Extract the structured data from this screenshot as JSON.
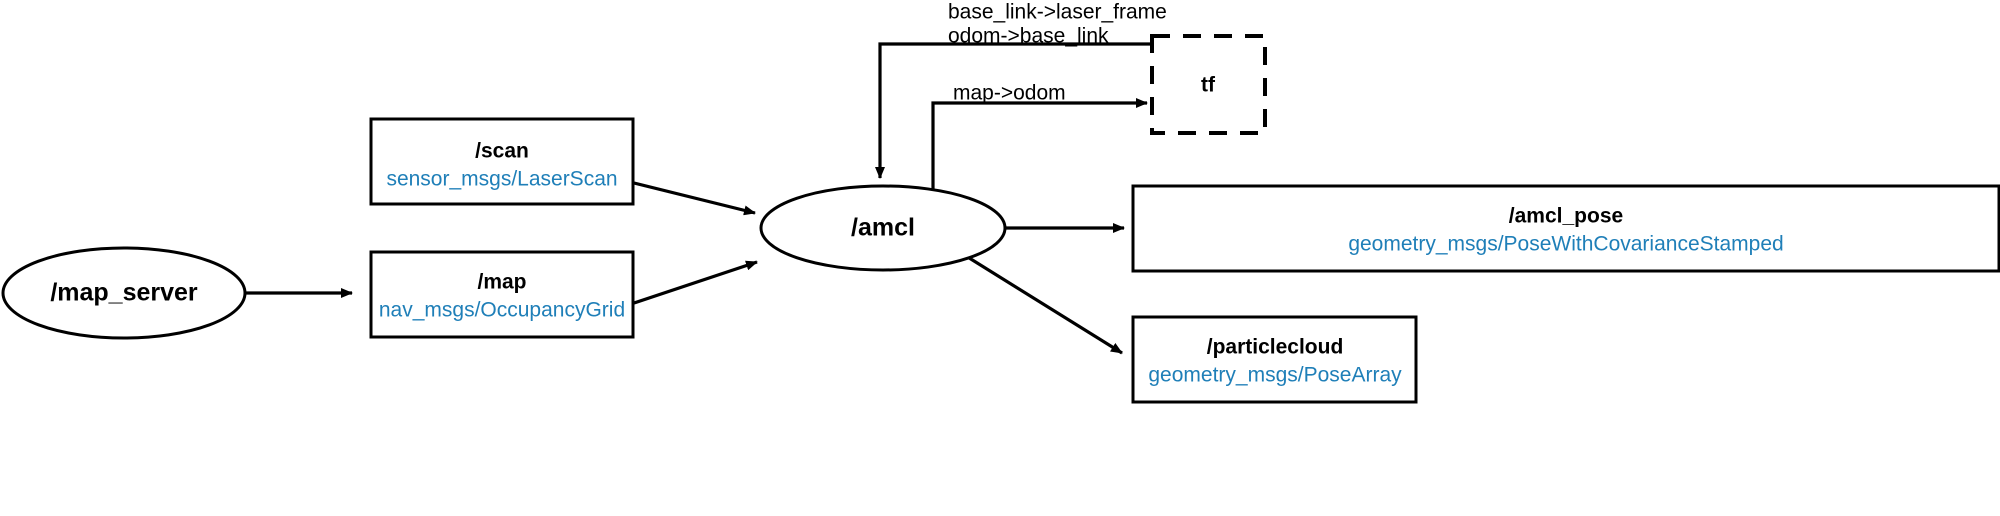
{
  "diagram": {
    "type": "ros-node-graph",
    "background_color": "#ffffff",
    "topic_type_color": "#1f7fb8",
    "node_color": "#000000",
    "nodes": [
      {
        "id": "map_server",
        "kind": "ellipse",
        "name": "/map_server"
      },
      {
        "id": "amcl",
        "kind": "ellipse",
        "name": "/amcl"
      },
      {
        "id": "tf",
        "kind": "dashed-box",
        "name": "tf"
      }
    ],
    "topics": [
      {
        "id": "scan",
        "kind": "box",
        "name": "/scan",
        "msg_type": "sensor_msgs/LaserScan"
      },
      {
        "id": "map",
        "kind": "box",
        "name": "/map",
        "msg_type": "nav_msgs/OccupancyGrid"
      },
      {
        "id": "amcl_pose",
        "kind": "box",
        "name": "/amcl_pose",
        "msg_type": "geometry_msgs/PoseWithCovarianceStamped"
      },
      {
        "id": "particlecloud",
        "kind": "box",
        "name": "/particlecloud",
        "msg_type": "geometry_msgs/PoseArray"
      }
    ],
    "edge_labels": {
      "tf_to_amcl_line1": "base_link->laser_frame",
      "tf_to_amcl_line2": "odom->base_link",
      "amcl_to_tf": "map->odom"
    },
    "edges": [
      {
        "from": "map_server",
        "to": "map",
        "label": ""
      },
      {
        "from": "scan",
        "to": "amcl",
        "label": ""
      },
      {
        "from": "map",
        "to": "amcl",
        "label": ""
      },
      {
        "from": "tf",
        "to": "amcl",
        "label": "base_link->laser_frame / odom->base_link"
      },
      {
        "from": "amcl",
        "to": "tf",
        "label": "map->odom"
      },
      {
        "from": "amcl",
        "to": "amcl_pose",
        "label": ""
      },
      {
        "from": "amcl",
        "to": "particlecloud",
        "label": ""
      }
    ]
  }
}
